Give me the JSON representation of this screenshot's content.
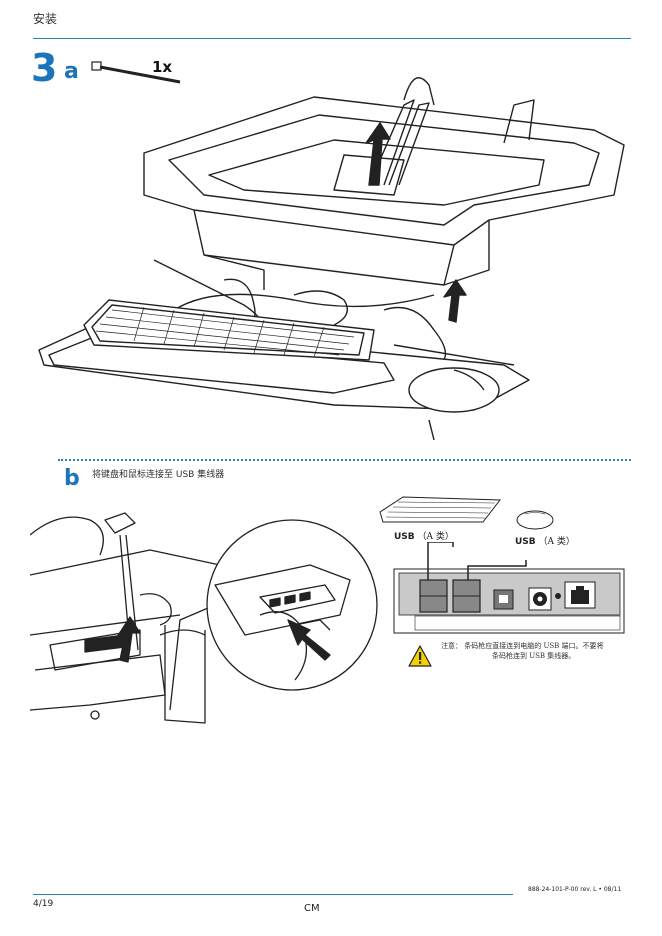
{
  "header": {
    "section_title": "安装"
  },
  "step": {
    "number": "3"
  },
  "step_a": {
    "label": "a",
    "cable_tie_qty": "1x"
  },
  "step_b": {
    "label": "b",
    "instruction": "将键盘和鼠标连接至 USB 集线器",
    "keyboard_port_label": "USB",
    "keyboard_port_type": "（A 类）",
    "mouse_port_label": "USB",
    "mouse_port_type": "（A 类）"
  },
  "note": {
    "prefix": "注意：",
    "line1": "条码枪应直接连到电脑的 USB 端口。不要将",
    "line2": "条码枪连到 USB 集线器。"
  },
  "footer": {
    "page": "4/19",
    "center": "CM",
    "doc_id": "888-24-101-P-00 rev. L • 08/11"
  },
  "colors": {
    "accent": "#1c75bb",
    "rule": "#2a7db5",
    "warning": "#f5d000"
  }
}
